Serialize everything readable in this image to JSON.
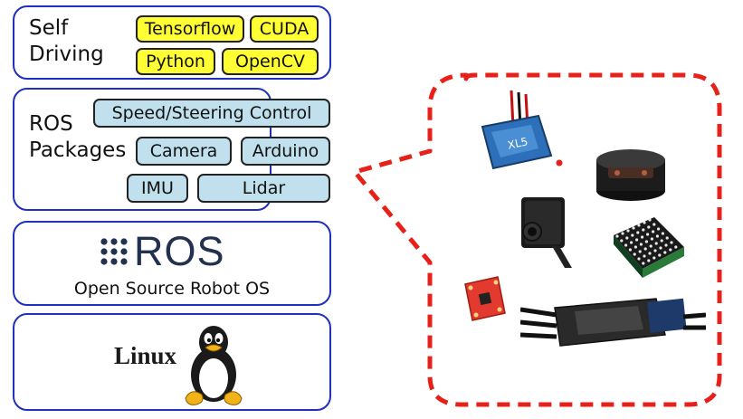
{
  "self_driving": {
    "title_line1": "Self",
    "title_line2": "Driving",
    "tags": [
      "Tensorflow",
      "CUDA",
      "Python",
      "OpenCV"
    ]
  },
  "ros_packages": {
    "title_line1": "ROS",
    "title_line2": "Packages",
    "packages": [
      "Speed/Steering Control",
      "Camera",
      "Arduino",
      "IMU",
      "Lidar"
    ]
  },
  "ros": {
    "logo_text": "ROS",
    "caption": "Open Source Robot OS"
  },
  "linux": {
    "logo_text": "Linux"
  },
  "colors": {
    "layer_border": "#1f2fbf",
    "tag_yellow": "#ffff33",
    "package_blue": "#bfe0ec",
    "callout_red": "#e8201a"
  },
  "hardware_icons": [
    "esc-icon",
    "lidar-icon",
    "camera-icon",
    "led-matrix-icon",
    "imu-icon",
    "vesc-icon"
  ]
}
